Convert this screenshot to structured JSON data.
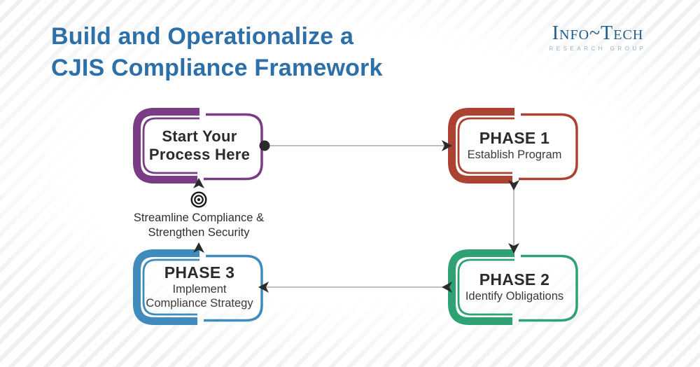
{
  "header": {
    "title": {
      "line1": "Build and Operationalize a",
      "line2": "CJIS Compliance Framework",
      "color": "#2d6fa9"
    },
    "logo": {
      "name": "Info~Tech",
      "subtitle": "RESEARCH GROUP",
      "color": "#1f5c8c"
    }
  },
  "diagram": {
    "nodes": [
      {
        "id": "start",
        "line1": "Start Your",
        "line2": "Process Here",
        "accent": "#7b3c86"
      },
      {
        "id": "phase1",
        "title": "PHASE 1",
        "subtitle": "Establish Program",
        "accent": "#ac4231"
      },
      {
        "id": "phase2",
        "title": "PHASE 2",
        "subtitle": "Identify Obligations",
        "accent": "#2fa273"
      },
      {
        "id": "phase3",
        "title": "PHASE 3",
        "subtitle": "Implement",
        "subtitle2": "Compliance Strategy",
        "accent": "#3f8cbc"
      }
    ],
    "loop_label": {
      "icon": "target-icon",
      "line1": "Streamline Compliance &",
      "line2": "Strengthen Security"
    },
    "connector_color": "#ababab",
    "arrow_color": "#2b2b2b"
  }
}
